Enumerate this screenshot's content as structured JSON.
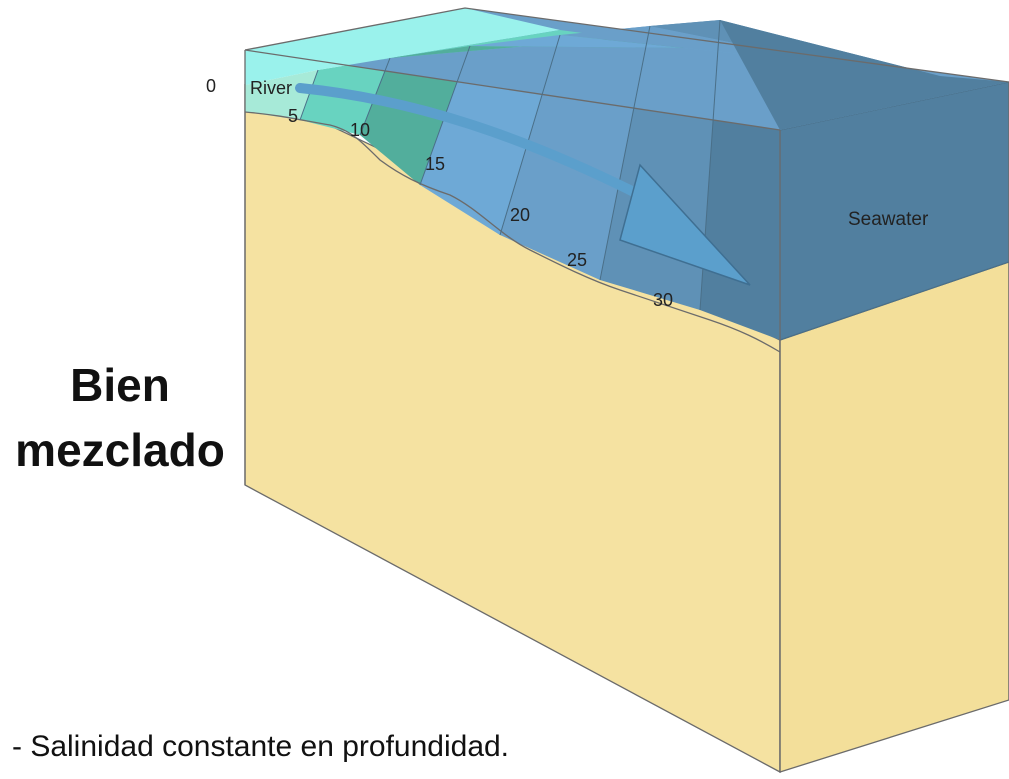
{
  "diagram": {
    "title_line1": "Bien",
    "title_line2": "mezclado",
    "caption": "- Salinidad constante en profundidad.",
    "river_label": "River",
    "seawater_label": "Seawater",
    "salinity_labels": [
      "0",
      "5",
      "10",
      "15",
      "20",
      "25",
      "30"
    ]
  },
  "colors": {
    "sediment": "#f5e2a1",
    "sediment_right": "#f3df9a",
    "zone_0_5": "#a7ead8",
    "zone_5_10": "#68d3c0",
    "zone_10_15": "#52ae9c",
    "zone_15_20": "#6ea9d6",
    "zone_20_25": "#6a9fc9",
    "zone_25_30": "#5f91b6",
    "zone_30_plus": "#517f9f",
    "top_light": "#9af2ec",
    "arrow": "#5b9fcc"
  }
}
